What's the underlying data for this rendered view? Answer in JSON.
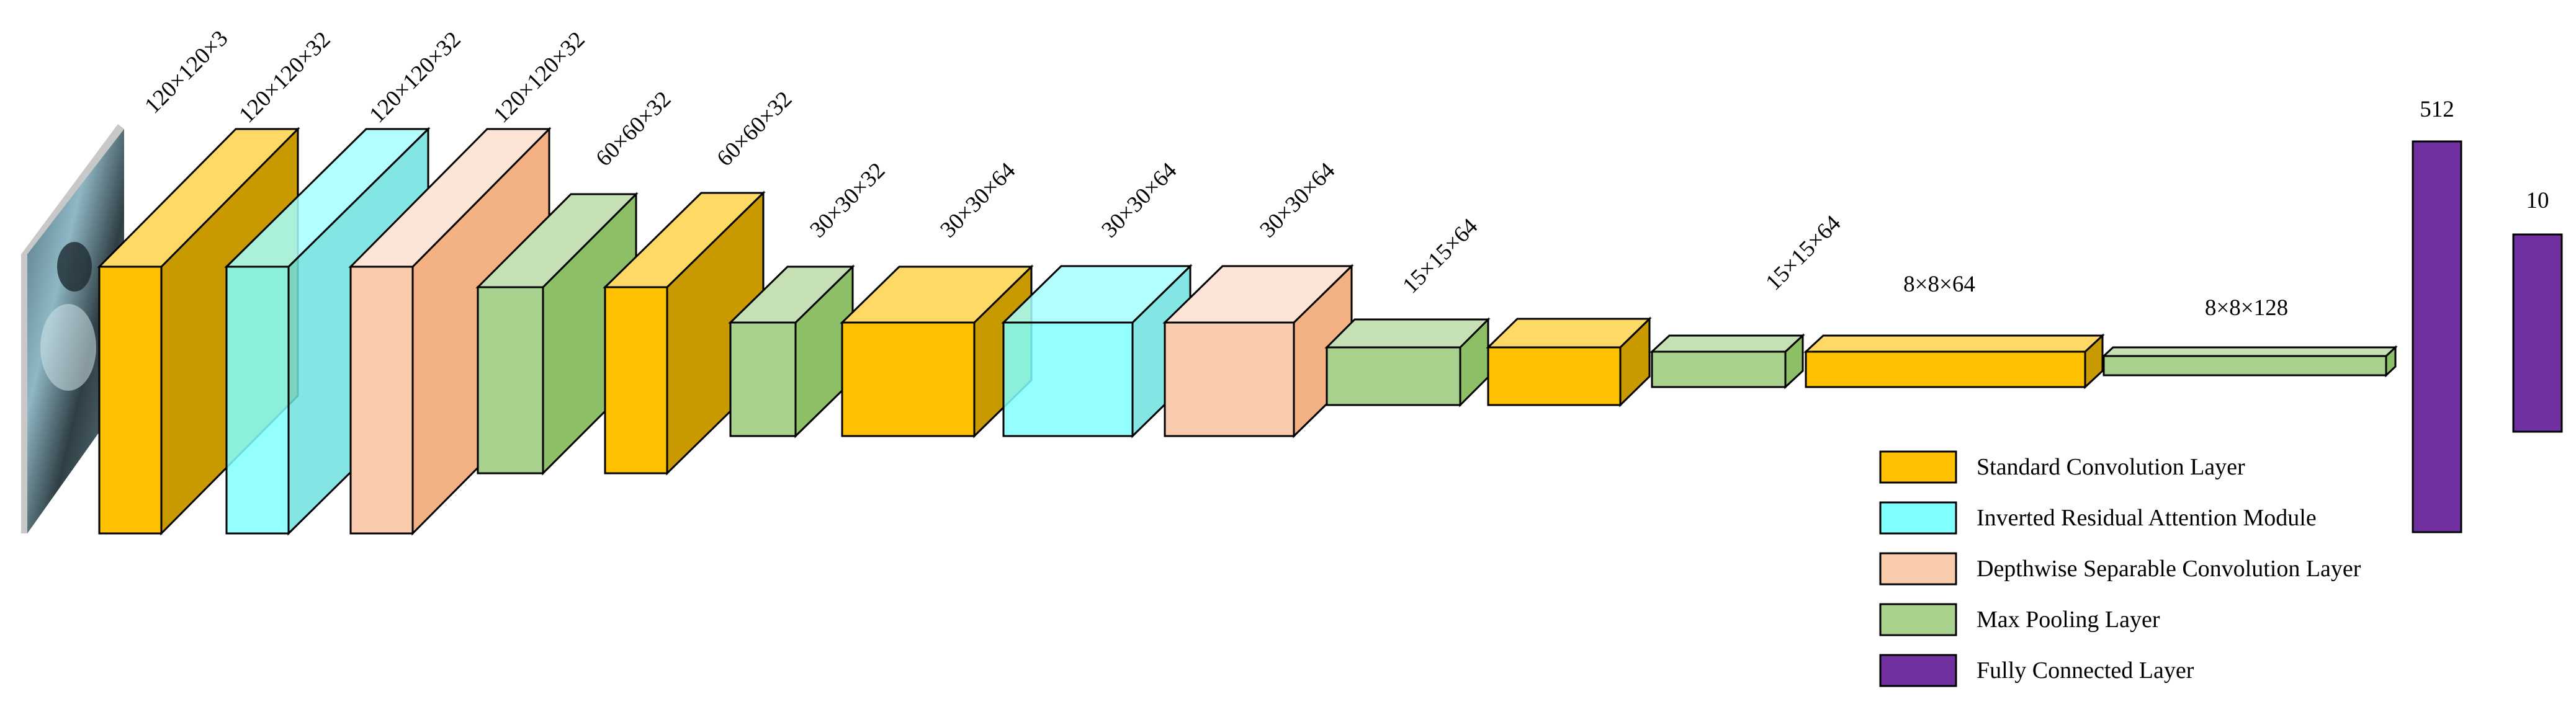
{
  "colors": {
    "standard_conv": {
      "front": "#FFC000",
      "top": "#FFD966",
      "side": "#C99A00"
    },
    "inverted_residual": {
      "front": "#80FFFF",
      "top": "#A6FFFF",
      "side": "#6EE0E0"
    },
    "depthwise_conv": {
      "front": "#F8CBAD",
      "top": "#FCE4D6",
      "side": "#F4B183"
    },
    "max_pooling": {
      "front": "#A9D18E",
      "top": "#C5E0B4",
      "side": "#8CBF66"
    },
    "fully_connected": "#7030A0",
    "stroke": "#000000"
  },
  "input_image": {
    "description_icon": "input-photo"
  },
  "layers": [
    {
      "kind": "standard_conv",
      "label": "120×120×3"
    },
    {
      "kind": "inverted_residual",
      "label": "120×120×32"
    },
    {
      "kind": "depthwise_conv",
      "label": "120×120×32"
    },
    {
      "kind": "max_pooling",
      "label": "120×120×32"
    },
    {
      "kind": "standard_conv",
      "label": "60×60×32"
    },
    {
      "kind": "max_pooling",
      "label": "60×60×32"
    },
    {
      "kind": "standard_conv",
      "label": "30×30×32"
    },
    {
      "kind": "inverted_residual",
      "label": "30×30×64"
    },
    {
      "kind": "depthwise_conv",
      "label": "30×30×64"
    },
    {
      "kind": "max_pooling",
      "label": "30×30×64"
    },
    {
      "kind": "standard_conv",
      "label": "15×15×64"
    },
    {
      "kind": "max_pooling",
      "label": "15×15×64"
    },
    {
      "kind": "standard_conv",
      "label": "8×8×64"
    },
    {
      "kind": "max_pooling",
      "label": "8×8×128"
    }
  ],
  "fc_layers": [
    {
      "label": "512"
    },
    {
      "label": "10"
    }
  ],
  "legend": [
    {
      "kind": "standard_conv",
      "label": "Standard Convolution Layer"
    },
    {
      "kind": "inverted_residual",
      "label": "Inverted Residual Attention Module"
    },
    {
      "kind": "depthwise_conv",
      "label": "Depthwise Separable Convolution Layer"
    },
    {
      "kind": "max_pooling",
      "label": "Max Pooling Layer"
    },
    {
      "kind": "fully_connected",
      "label": "Fully Connected Layer"
    }
  ]
}
